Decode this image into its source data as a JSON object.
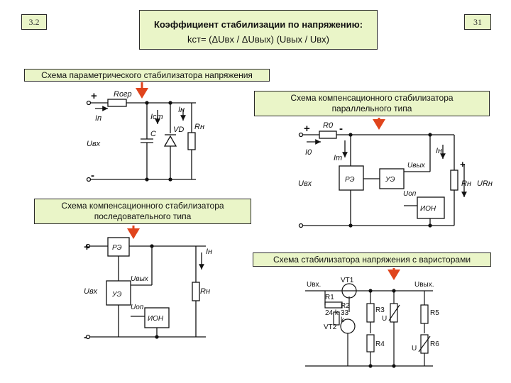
{
  "slide": {
    "section_number": "3.2",
    "page_number": "31",
    "title": "Коэффициент стабилизации по напряжению:",
    "formula": "kст= (ΔUвх / ΔUвых) (Uвых / Uвх)"
  },
  "labels": {
    "parametric": "Схема параметрического стабилизатора напряжения",
    "parallel_line1": "Схема компенсационного стабилизатора",
    "parallel_line2": "параллельного типа",
    "series_line1": "Схема компенсационного стабилизатора",
    "series_line2": "последовательного типа",
    "varistor": "Схема стабилизатора напряжения с варисторами"
  },
  "schematic1": {
    "plus": "+",
    "minus": "-",
    "r_ogr": "Rогр",
    "i_in": "Iп",
    "i_st": "Iст",
    "i_n": "Iн",
    "c": "C",
    "vd": "VD",
    "r_n": "Rн",
    "u_in": "Uвх"
  },
  "schematic2": {
    "plus": "+",
    "minus": "-",
    "plus_out": "+",
    "r0": "R0",
    "i0": "I0",
    "i_r": "Iт",
    "i_n": "Iн",
    "re": "РЭ",
    "uz": "УЭ",
    "ion": "ИОН",
    "u_out": "Uвых",
    "u_op": "Uоп",
    "r_n": "Rн",
    "u_rn": "URн",
    "u_in": "Uвх"
  },
  "schematic3": {
    "plus": "+",
    "minus": "-",
    "re": "РЭ",
    "uz": "УЭ",
    "ion": "ИОН",
    "u_out": "Uвых",
    "u_op": "Uоп",
    "i_n": "Iн",
    "r_n": "Rн",
    "u_in": "Uвх"
  },
  "schematic4": {
    "u_in": "Uвх.",
    "u_out": "Uвых.",
    "vt1": "VT1",
    "vt2": "VT2",
    "r1": "R1",
    "r1_val": "24 k",
    "r2": "R2",
    "r2_val": "33",
    "r2_unit": "k",
    "r3": "R3",
    "r4": "R4",
    "r5": "R5",
    "r6": "R6",
    "u1": "U",
    "u2": "U"
  },
  "colors": {
    "label_bg": "#eaf5c8",
    "arrow": "#e0441c",
    "line": "#111111"
  }
}
